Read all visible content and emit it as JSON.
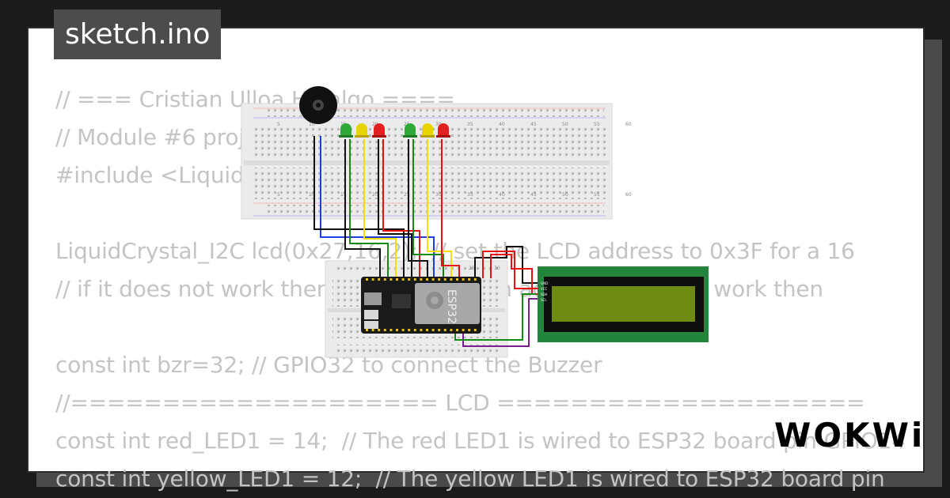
{
  "file_tab": {
    "name": "sketch.ino"
  },
  "code_lines": [
    "// === Cristian Ulloa Hidalgo ====",
    "// Module #6 project",
    "#include <LiquidCrystal_I2C.h>",
    "",
    "LiquidCrystal_I2C lcd(0x27,16,2);  // set the LCD address to 0x3F for a 16",
    "// if it does not work then try 0x3F, if both addresses do not work then",
    "",
    "const int bzr=32; // GPIO32 to connect the Buzzer",
    "//==================== LCD ====================",
    "const int red_LED1 = 14;  // The red LED1 is wired to ESP32 board pin GPIO14",
    "const int yellow_LED1 = 12;  // The yellow LED1 is wired to ESP32 board pin"
  ],
  "breadboard": {
    "column_labels": [
      "5",
      "10",
      "15",
      "20",
      "25",
      "30",
      "35",
      "40",
      "45",
      "50",
      "55",
      "60"
    ]
  },
  "mini_breadboard": {
    "column_labels": [
      "25",
      "30"
    ]
  },
  "esp32": {
    "chip_label": "ESP32"
  },
  "lcd": {
    "pin_labels": [
      "GND",
      "VCC",
      "SDA",
      "SCL"
    ]
  },
  "logo": {
    "text": "WOKWi"
  },
  "colors": {
    "led_green": "#2ea836",
    "led_yellow": "#e8d400",
    "led_red": "#e22020",
    "wire_blue": "#1f3fdc",
    "wire_red": "#e81010",
    "wire_green": "#138a13",
    "wire_yellow": "#f2e100",
    "wire_purple": "#7b1f8f",
    "lcd_board": "#23843b",
    "lcd_screen": "#6f8a13"
  }
}
